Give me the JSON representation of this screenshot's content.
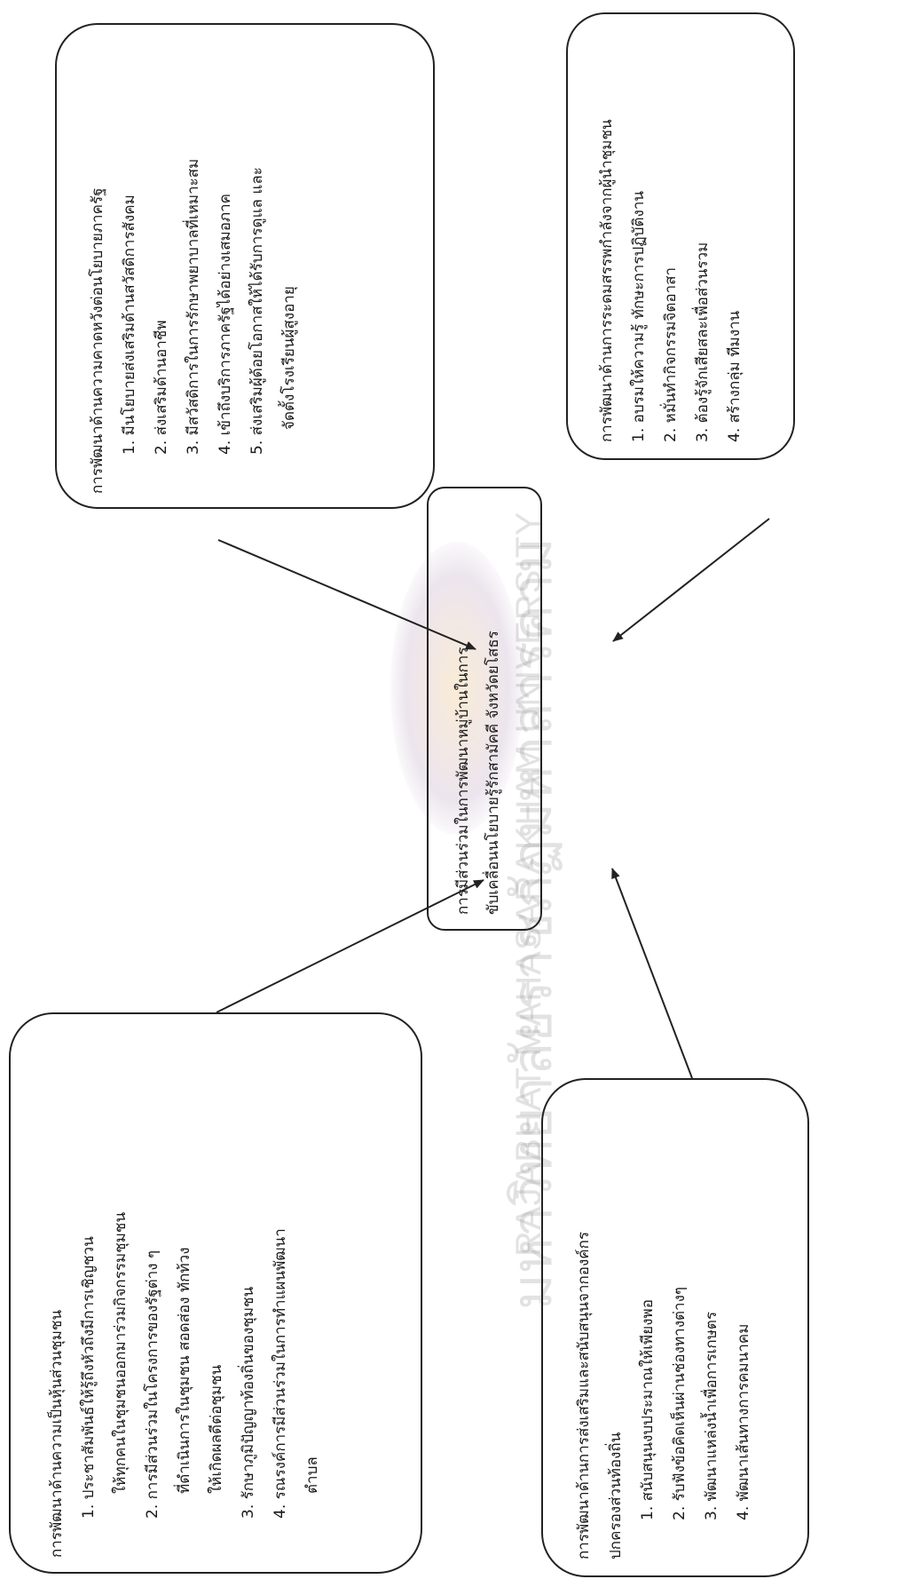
{
  "boxes": {
    "top_left": {
      "title": "การพัฒนาด้านความคาดหวังต่อนโยบายภาครัฐ",
      "lines": [
        {
          "kind": "item",
          "text": "1. มีนโยบายส่งเสริมด้านสวัสดิการสังคม"
        },
        {
          "kind": "item",
          "text": "2. ส่งเสริมด้านอาชีพ"
        },
        {
          "kind": "item",
          "text": "3. มีสวัสดิการในการรักษาพยาบาลที่เหมาะสม"
        },
        {
          "kind": "item",
          "text": "4. เข้าถึงบริการภาครัฐได้อย่างเสมอภาค"
        },
        {
          "kind": "item",
          "text": "5. ส่งเสริมผู้ด้อยโอกาสให้ได้รับการดูแล และ"
        },
        {
          "kind": "cont",
          "text": "จัดตั้งโรงเรียนผู้สูงอายุ"
        }
      ]
    },
    "top_right": {
      "title": "การพัฒนาด้านการระดมสรรพกำลังจากผู้นำชุมชน",
      "lines": [
        {
          "kind": "plain",
          "text": "1. อบรมให้ความรู้ ทักษะการปฏิบัติงาน"
        },
        {
          "kind": "plain",
          "text": "2. หมั่นทำกิจกรรมจิตอาสา"
        },
        {
          "kind": "plain",
          "text": "3. ต้องรู้จักเสียสละเพื่อส่วนรวม"
        },
        {
          "kind": "plain",
          "text": "4. สร้างกลุ่ม ทีมงาน"
        }
      ]
    },
    "bottom_left": {
      "title": "การพัฒนาด้านความเป็นหุ้นส่วนชุมชน",
      "lines": [
        {
          "kind": "item",
          "text": "1. ประชาสัมพันธ์ให้รู้ถึงหัวถึงมีการเชิญชวน"
        },
        {
          "kind": "cont",
          "text": "ให้ทุกคนในชุมชนออกมาร่วมกิจกรรมชุมชน"
        },
        {
          "kind": "item",
          "text": "2. การมีส่วนร่วมในโครงการของรัฐต่าง ๆ"
        },
        {
          "kind": "cont",
          "text": "ที่ดำเนินการในชุมชน สอดส่อง ทักท้วง"
        },
        {
          "kind": "cont",
          "text": "ให้เกิดผลดีต่อชุมชน"
        },
        {
          "kind": "item",
          "text": "3. รักษาภูมิปัญญาท้องถิ่นของชุมชน"
        },
        {
          "kind": "item",
          "text": "4. รณรงค์การมีส่วนร่วมในการทำแผนพัฒนา"
        },
        {
          "kind": "cont",
          "text": "ตำบล"
        }
      ]
    },
    "bottom_right": {
      "title": "การพัฒนาด้านการส่งเสริมและสนับสนุนจากองค์กร",
      "lines": [
        {
          "kind": "plain",
          "text": "ปกครองส่วนท้องถิ่น"
        },
        {
          "kind": "item",
          "text": "1. สนับสนุนงบประมาณให้เพียงพอ"
        },
        {
          "kind": "item",
          "text": "2. รับฟังข้อคิดเห็นผ่านช่องทางต่างๆ"
        },
        {
          "kind": "item",
          "text": "3. พัฒนาแหล่งน้ำเพื่อการเกษตร"
        },
        {
          "kind": "item",
          "text": "4. พัฒนาเส้นทางการคมนาคม"
        }
      ]
    },
    "center": {
      "lines": [
        "การมีส่วนร่วมในการพัฒนาหมู่บ้านในการ",
        "ขับเคลื่อนนโยบายรู้รักสามัคคี จังหวัดยโสธร"
      ]
    }
  },
  "watermark": {
    "thai": "มหาวิทยาลัยราชภัฏมหาสารคาม",
    "english": "RAJABHAT MAHASARAKHAM UNIVERSITY"
  }
}
